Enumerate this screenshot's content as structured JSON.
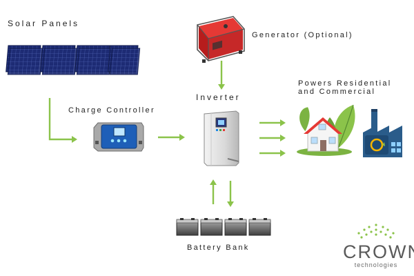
{
  "labels": {
    "solar_panels": "Solar Panels",
    "generator": "Generator (Optional)",
    "inverter": "Inverter",
    "charge_controller": "Charge Controller",
    "powers_line1": "Powers Residential",
    "powers_line2": "and Commercial",
    "battery_bank": "Battery Bank"
  },
  "brand": {
    "name": "CROWN",
    "tagline": "technologies"
  },
  "colors": {
    "arrow": "#8bc34a",
    "panel": "#1c2a70",
    "generator": "#d32f2f",
    "controller": "#1e5fb8",
    "leaf": "#7cb342",
    "factory": "#2a5c8a"
  },
  "icons": [
    "solar-panel-icon",
    "generator-icon",
    "charge-controller-icon",
    "inverter-icon",
    "battery-icon",
    "house-icon",
    "factory-icon",
    "crown-dots-icon"
  ]
}
